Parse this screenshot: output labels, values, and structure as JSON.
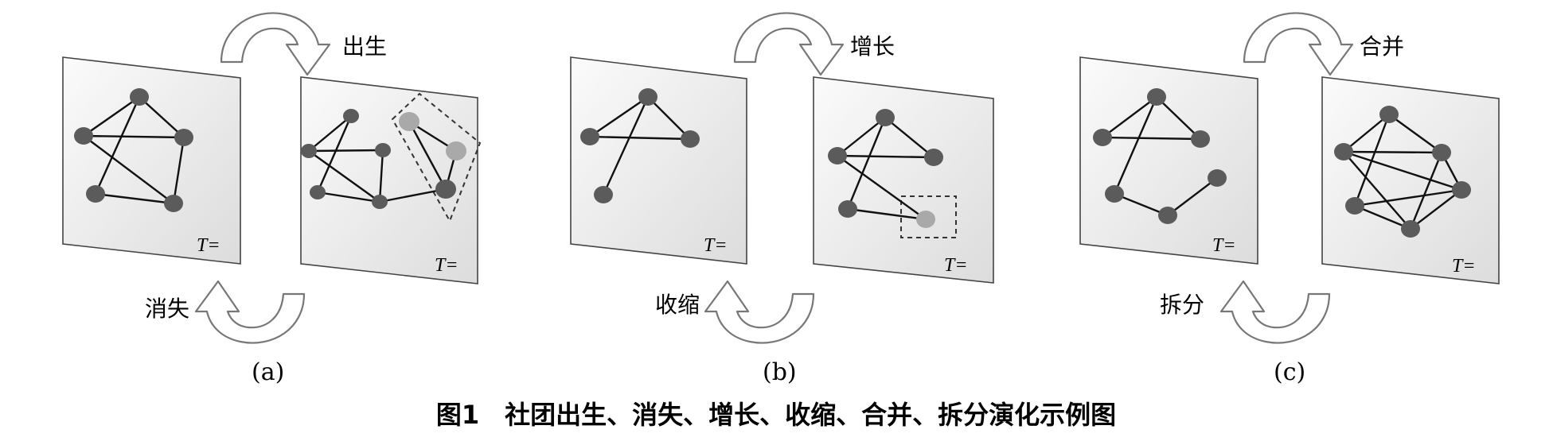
{
  "figure": {
    "caption": "图1　社团出生、消失、增长、收缩、合并、拆分演化示例图",
    "panels": [
      {
        "id": "a",
        "sublabel": "(a)",
        "forward_label": "出生",
        "backward_label": "消失",
        "frame_labels": [
          "T=",
          "T="
        ]
      },
      {
        "id": "b",
        "sublabel": "(b)",
        "forward_label": "增长",
        "backward_label": "收缩",
        "frame_labels": [
          "T=",
          "T="
        ]
      },
      {
        "id": "c",
        "sublabel": "(c)",
        "forward_label": "合并",
        "backward_label": "拆分",
        "frame_labels": [
          "T=",
          "T="
        ]
      }
    ]
  },
  "colors": {
    "node": "#5b5b5b",
    "highlight_node": "#a9a9a9",
    "edge": "#111111",
    "panel_fill_light": "#fafafa",
    "panel_fill_dark": "#dddddd",
    "arrow_fill": "#ffffff",
    "arrow_stroke": "#777777"
  }
}
